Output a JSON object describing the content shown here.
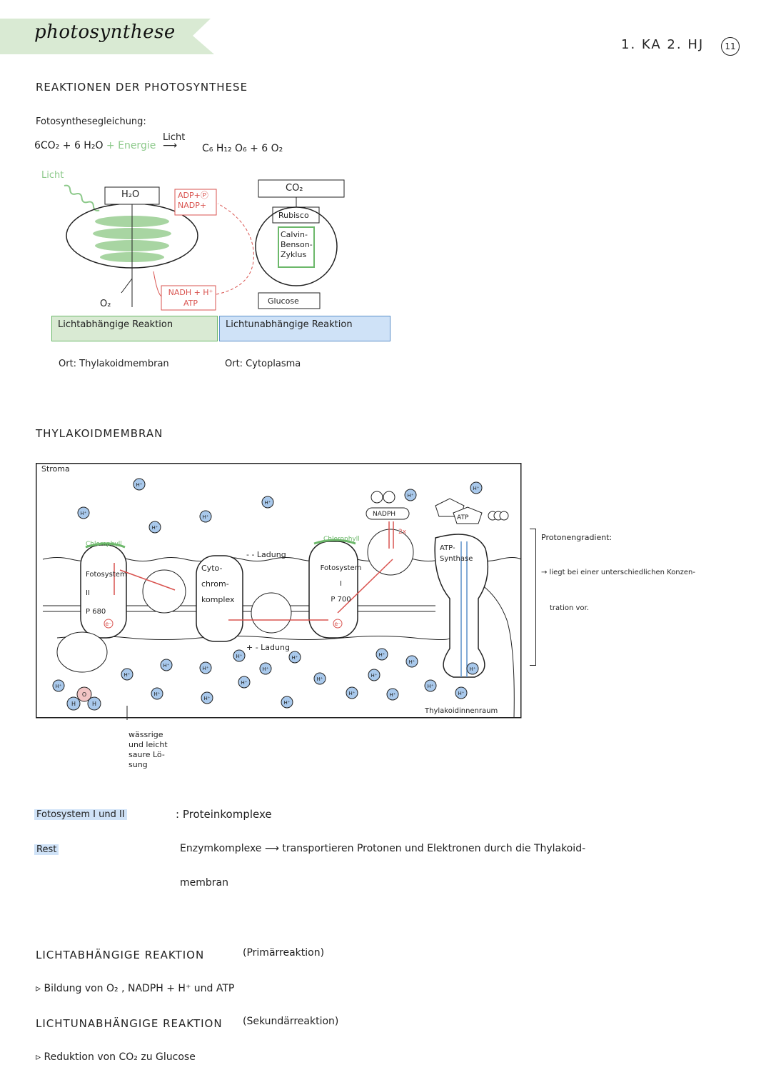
{
  "header": {
    "title": "photosynthese",
    "meta": "1. KA 2. HJ",
    "page_number": "11"
  },
  "section1": {
    "heading": "REAKTIONEN DER PHOTOSYNTHESE",
    "equation_label": "Fotosynthesegleichung:",
    "equation_left": "6CO₂ + 6 H₂O",
    "equation_energy": "+ Energie",
    "equation_arrow_label": "Licht",
    "equation_right": "C₆ H₁₂ O₆ + 6 O₂"
  },
  "overview_diagram": {
    "light": "Licht",
    "water": "H₂O",
    "oxygen": "O₂",
    "adp_box": [
      "ADP+Ⓟ",
      "NADP+"
    ],
    "nadh_box": [
      "NADH + H⁺",
      "ATP"
    ],
    "co2": "CO₂",
    "rubisco": "Rubisco",
    "calvin": [
      "Calvin-",
      "Benson-",
      "Zyklus"
    ],
    "glucose": "Glucose",
    "light_dependent_label": "Lichtabhängige Reaktion",
    "light_independent_label": "Lichtunabhängige Reaktion",
    "place_dependent": "Ort: Thylakoidmembran",
    "place_independent": "Ort: Cytoplasma"
  },
  "section2": {
    "heading": "THYLAKOIDMEMBRAN"
  },
  "membrane_diagram": {
    "stroma": "Stroma",
    "chlorophyll": "Chlorophyll",
    "ps2": [
      "Fotosystem",
      "II",
      "P 680"
    ],
    "ps1": [
      "Fotosystem",
      "I",
      "P 700"
    ],
    "cyto": [
      "Cyto-",
      "chrom-",
      "komplex"
    ],
    "charge_top": "- - Ladung",
    "charge_bottom": "+ - Ladung",
    "nadph": "NADPH",
    "atp": "ATP",
    "atp_synthase": [
      "ATP-",
      "Synthase"
    ],
    "lumen": "Thylakoidinnenraum",
    "proton": "H⁺",
    "water_note": [
      "wässrige",
      "und leicht",
      "saure Lö-",
      "sung"
    ],
    "multiplier": "2x",
    "electron": "e⁻",
    "h": "H",
    "o": "O"
  },
  "gradient_note": {
    "title": "Protonengradient:",
    "text_line1": "→ liegt bei einer unterschiedlichen Konzen-",
    "text_line2": "tration vor."
  },
  "definitions": [
    {
      "term": "Fotosystem I und II",
      "desc": ": Proteinkomplexe"
    },
    {
      "term": "Rest",
      "desc_line1": "Enzymkomplexe ⟶ transportieren Protonen und Elektronen durch die Thylakoid-",
      "desc_line2": "membran"
    }
  ],
  "section3": {
    "heading": "LICHTABHÄNGIGE REAKTION",
    "subtitle": "(Primärreaktion)",
    "item": "▹ Bildung von O₂ , NADPH + H⁺ und ATP"
  },
  "section4": {
    "heading": "LICHTUNABHÄNGIGE REAKTION",
    "subtitle": "(Sekundärreaktion)",
    "item": "▹ Reduktion von CO₂ zu Glucose"
  },
  "colors": {
    "green": "#c9e6c0",
    "green_border": "#6cb86a",
    "blue": "#cfe2f7",
    "blue_border": "#5a8fc9",
    "red": "#d9534f",
    "proton_fill": "#a9c9ec",
    "title_bg": "#d9ead3"
  }
}
